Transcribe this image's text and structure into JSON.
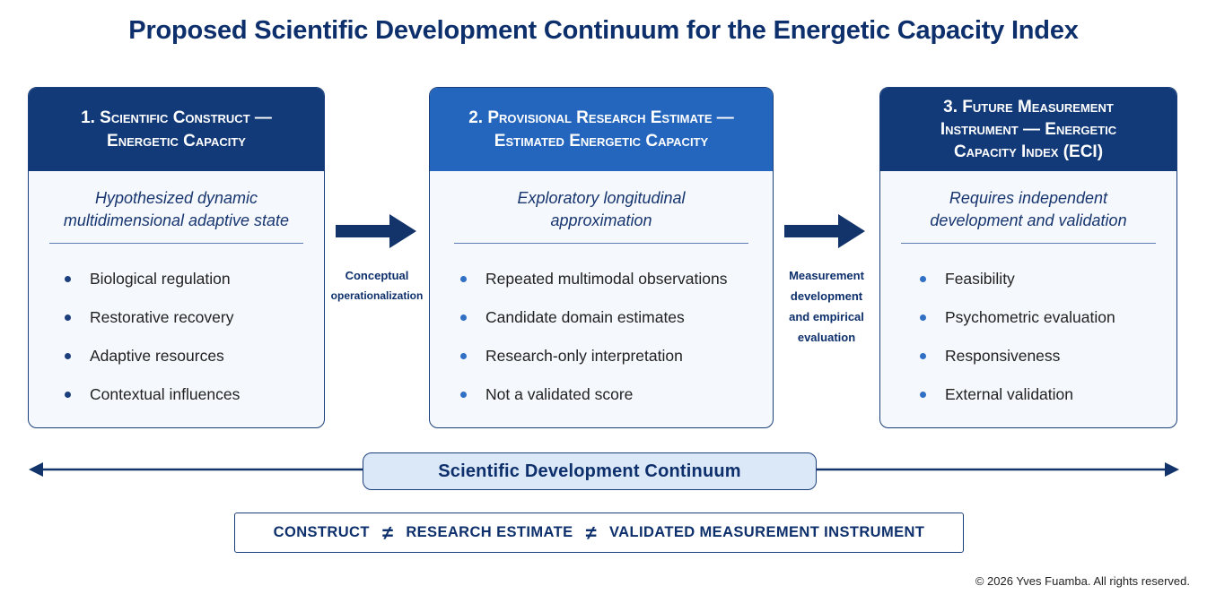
{
  "title": "Proposed Scientific Development Continuum for the Energetic Capacity Index",
  "colors": {
    "navy": "#0d2f6b",
    "card1_header": "#123a78",
    "card2_header": "#2466bd",
    "card3_header": "#123a78",
    "card_bg": "#f5f8fd",
    "continuum_fill": "#dbe8f8"
  },
  "cards": [
    {
      "header_lines": [
        "1. Scientific Construct —",
        "Energetic Capacity"
      ],
      "subtitle": "Hypothesized dynamic multidimensional adaptive state",
      "items": [
        "Biological regulation",
        "Restorative recovery",
        "Adaptive resources",
        "Contextual influences"
      ]
    },
    {
      "header_lines": [
        "2. Provisional Research Estimate —",
        "Estimated Energetic Capacity"
      ],
      "subtitle": "Exploratory longitudinal approximation",
      "items": [
        "Repeated multimodal observations",
        "Candidate domain estimates",
        "Research-only interpretation",
        "Not a validated score"
      ]
    },
    {
      "header_lines": [
        "3. Future Measurement",
        "Instrument — Energetic",
        "Capacity Index (ECI)"
      ],
      "subtitle": "Requires independent development and validation",
      "items": [
        "Feasibility",
        "Psychometric evaluation",
        "Responsiveness",
        "External validation"
      ]
    }
  ],
  "arrows": [
    {
      "label_lines": [
        "Conceptual",
        "operationalization"
      ]
    },
    {
      "label_lines": [
        "Measurement",
        "development",
        "and empirical",
        "evaluation"
      ]
    }
  ],
  "continuum_label": "Scientific Development Continuum",
  "distinction": {
    "parts": [
      "CONSTRUCT",
      "RESEARCH ESTIMATE",
      "VALIDATED MEASUREMENT INSTRUMENT"
    ],
    "symbol": "≠"
  },
  "copyright": "© 2026 Yves Fuamba. All rights reserved."
}
